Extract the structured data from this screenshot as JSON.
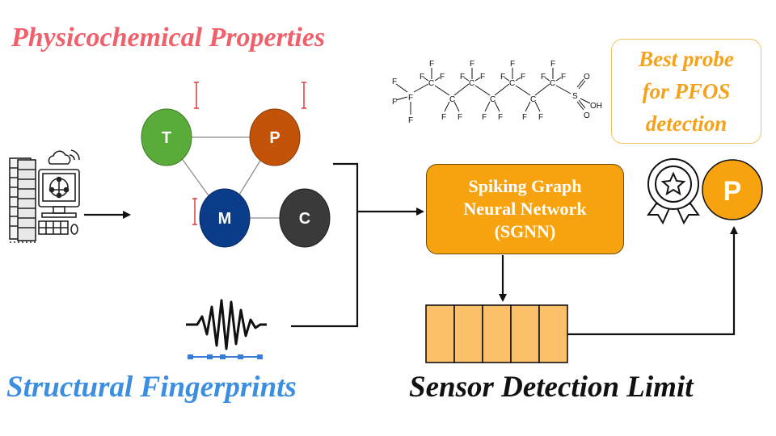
{
  "titles": {
    "physicochemical": "Physicochemical Properties",
    "structural": "Structural Fingerprints",
    "sensor": "Sensor Detection Limit"
  },
  "best_probe": {
    "lines": [
      "Best probe",
      "for PFOS",
      "detection"
    ]
  },
  "sgnn": {
    "lines": [
      "Spiking Graph",
      "Neural Network",
      "(SGNN)"
    ]
  },
  "graph": {
    "nodes": [
      {
        "id": "T",
        "label": "T",
        "color": "#5aac3a"
      },
      {
        "id": "P",
        "label": "P",
        "color": "#c25309"
      },
      {
        "id": "M",
        "label": "M",
        "color": "#0a3c8a"
      },
      {
        "id": "C",
        "label": "C",
        "color": "#3a3a3a"
      }
    ],
    "edges": [
      [
        "T",
        "P"
      ],
      [
        "T",
        "M"
      ],
      [
        "P",
        "M"
      ],
      [
        "M",
        "C"
      ]
    ]
  },
  "molecule": {
    "atoms": {
      "fluorine": "F",
      "carbon": "C",
      "sulfur": "S",
      "oxygen": "O",
      "hydroxyl": "OH"
    }
  },
  "output_node": {
    "label": "P",
    "color": "#f7a30f"
  },
  "colors": {
    "accent_orange": "#f7a30f",
    "cell_orange": "#fcc06a",
    "title_red": "#f0606a",
    "title_blue": "#3c8ee0",
    "wave_blue": "#3a7cd6"
  },
  "icons": [
    "server-computer-icon",
    "award-medal-icon",
    "waveform-icon"
  ]
}
